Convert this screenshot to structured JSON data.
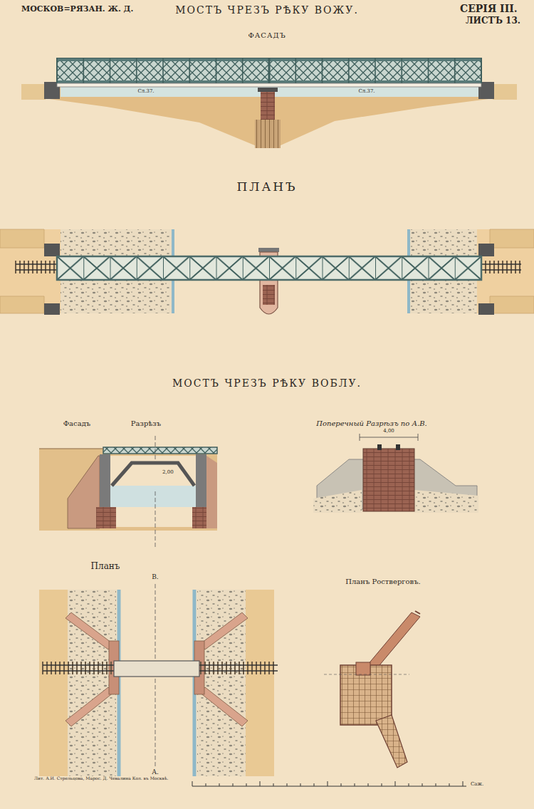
{
  "diagram": {
    "title": "МОСТЪ ЧРЕЗЪ РѢКУ ВОЖУ.",
    "labels": [
      "МОСКОВ=РЯЗАН. Ж. Д.",
      "СЕРІЯ III.",
      "ЛИСТЪ 13.",
      "ФАСАДЪ",
      "Сл.37.",
      "Сл.37.",
      "ПЛАНЪ",
      "МОСТЪ ЧРЕЗЪ РѢКУ ВОБЛУ.",
      "Фасадъ",
      "Разрѣзъ",
      "Поперечный Разрѣзъ по А.В.",
      "4,00",
      "2,00",
      "Планъ",
      "В.",
      "Планъ Ростверговъ.",
      "А.",
      "Лит. А.И. Стрельцова, Марос. Д. Чевалина Кол. въ Москвѣ.",
      "Саж."
    ]
  }
}
